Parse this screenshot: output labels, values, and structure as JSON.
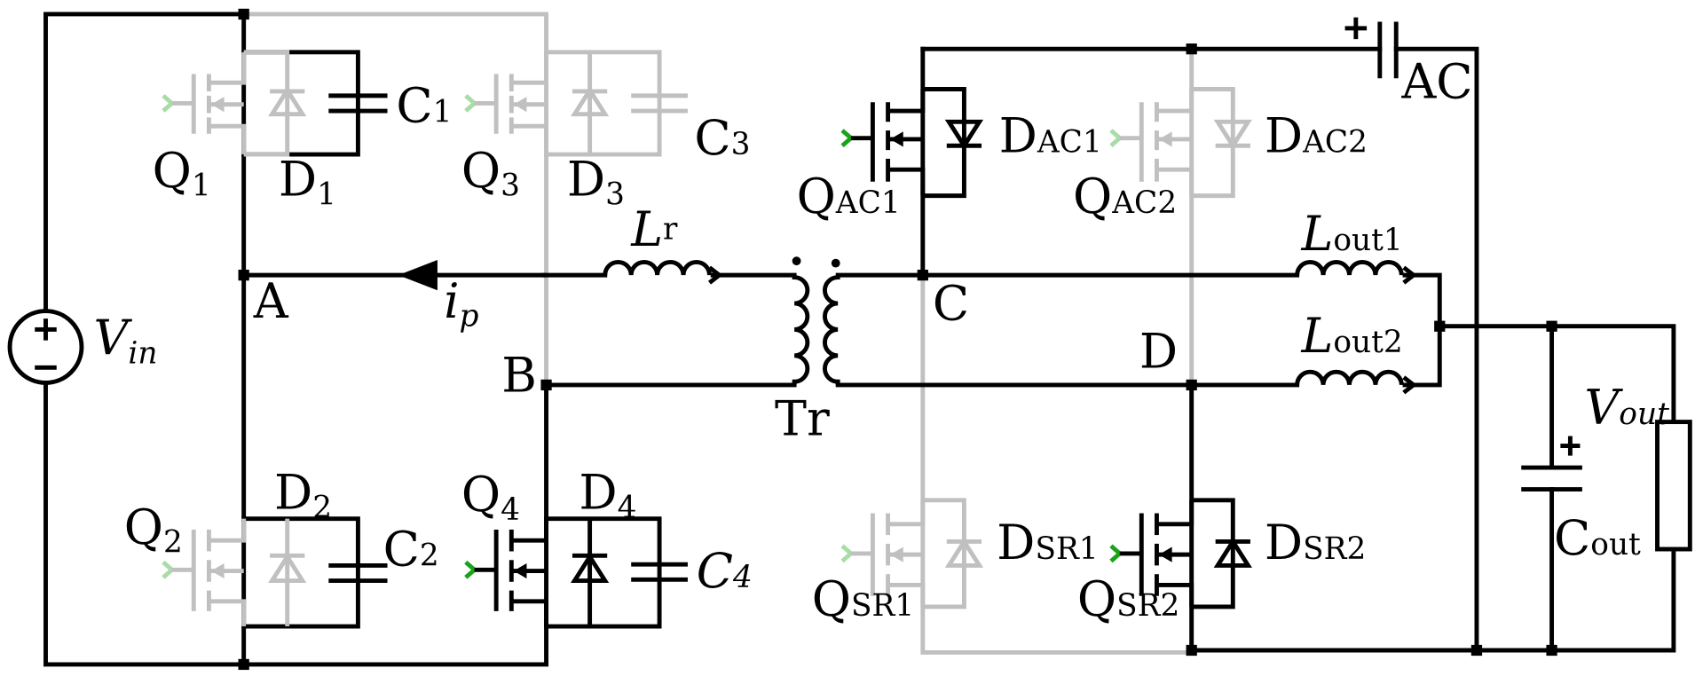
{
  "colors": {
    "active": "#000000",
    "inactive": "#c0c0c0",
    "gate_active": "#1aa31a",
    "gate_inactive": "#a9dca9",
    "background": "#ffffff"
  },
  "labels": {
    "q1": {
      "main": "Q",
      "sub": "1"
    },
    "d1": {
      "main": "D",
      "sub": "1"
    },
    "c1": {
      "main": "C",
      "sub": "1"
    },
    "q3": {
      "main": "Q",
      "sub": "3"
    },
    "d3": {
      "main": "D",
      "sub": "3"
    },
    "c3": {
      "main": "C",
      "sub": "3"
    },
    "q2": {
      "main": "Q",
      "sub": "2"
    },
    "d2": {
      "main": "D",
      "sub": "2"
    },
    "c2": {
      "main": "C",
      "sub": "2"
    },
    "q4": {
      "main": "Q",
      "sub": "4"
    },
    "d4": {
      "main": "D",
      "sub": "4"
    },
    "c4": {
      "main": "C",
      "sub": "4"
    },
    "vin": {
      "main": "V",
      "sub": "in"
    },
    "ip": {
      "main": "i",
      "sub": "p"
    },
    "lr": {
      "main": "L",
      "sub": "r"
    },
    "tr": "Tr",
    "node_a": "A",
    "node_b": "B",
    "node_c": "C",
    "node_d": "D",
    "qac1": {
      "main": "Q",
      "sub": "AC1"
    },
    "dac1": {
      "main": "D",
      "sub": "AC1"
    },
    "qac2": {
      "main": "Q",
      "sub": "AC2"
    },
    "dac2": {
      "main": "D",
      "sub": "AC2"
    },
    "cap_ac": "AC",
    "lout1": {
      "main": "L",
      "sub": "out1"
    },
    "lout2": {
      "main": "L",
      "sub": "out2"
    },
    "vout": {
      "main": "V",
      "sub": "out"
    },
    "cout": {
      "main": "C",
      "sub": "out"
    },
    "qsr1": {
      "main": "Q",
      "sub": "SR1"
    },
    "dsr1": {
      "main": "D",
      "sub": "SR1"
    },
    "qsr2": {
      "main": "Q",
      "sub": "SR2"
    },
    "dsr2": {
      "main": "D",
      "sub": "SR2"
    },
    "plus": "+",
    "minus": "-"
  }
}
